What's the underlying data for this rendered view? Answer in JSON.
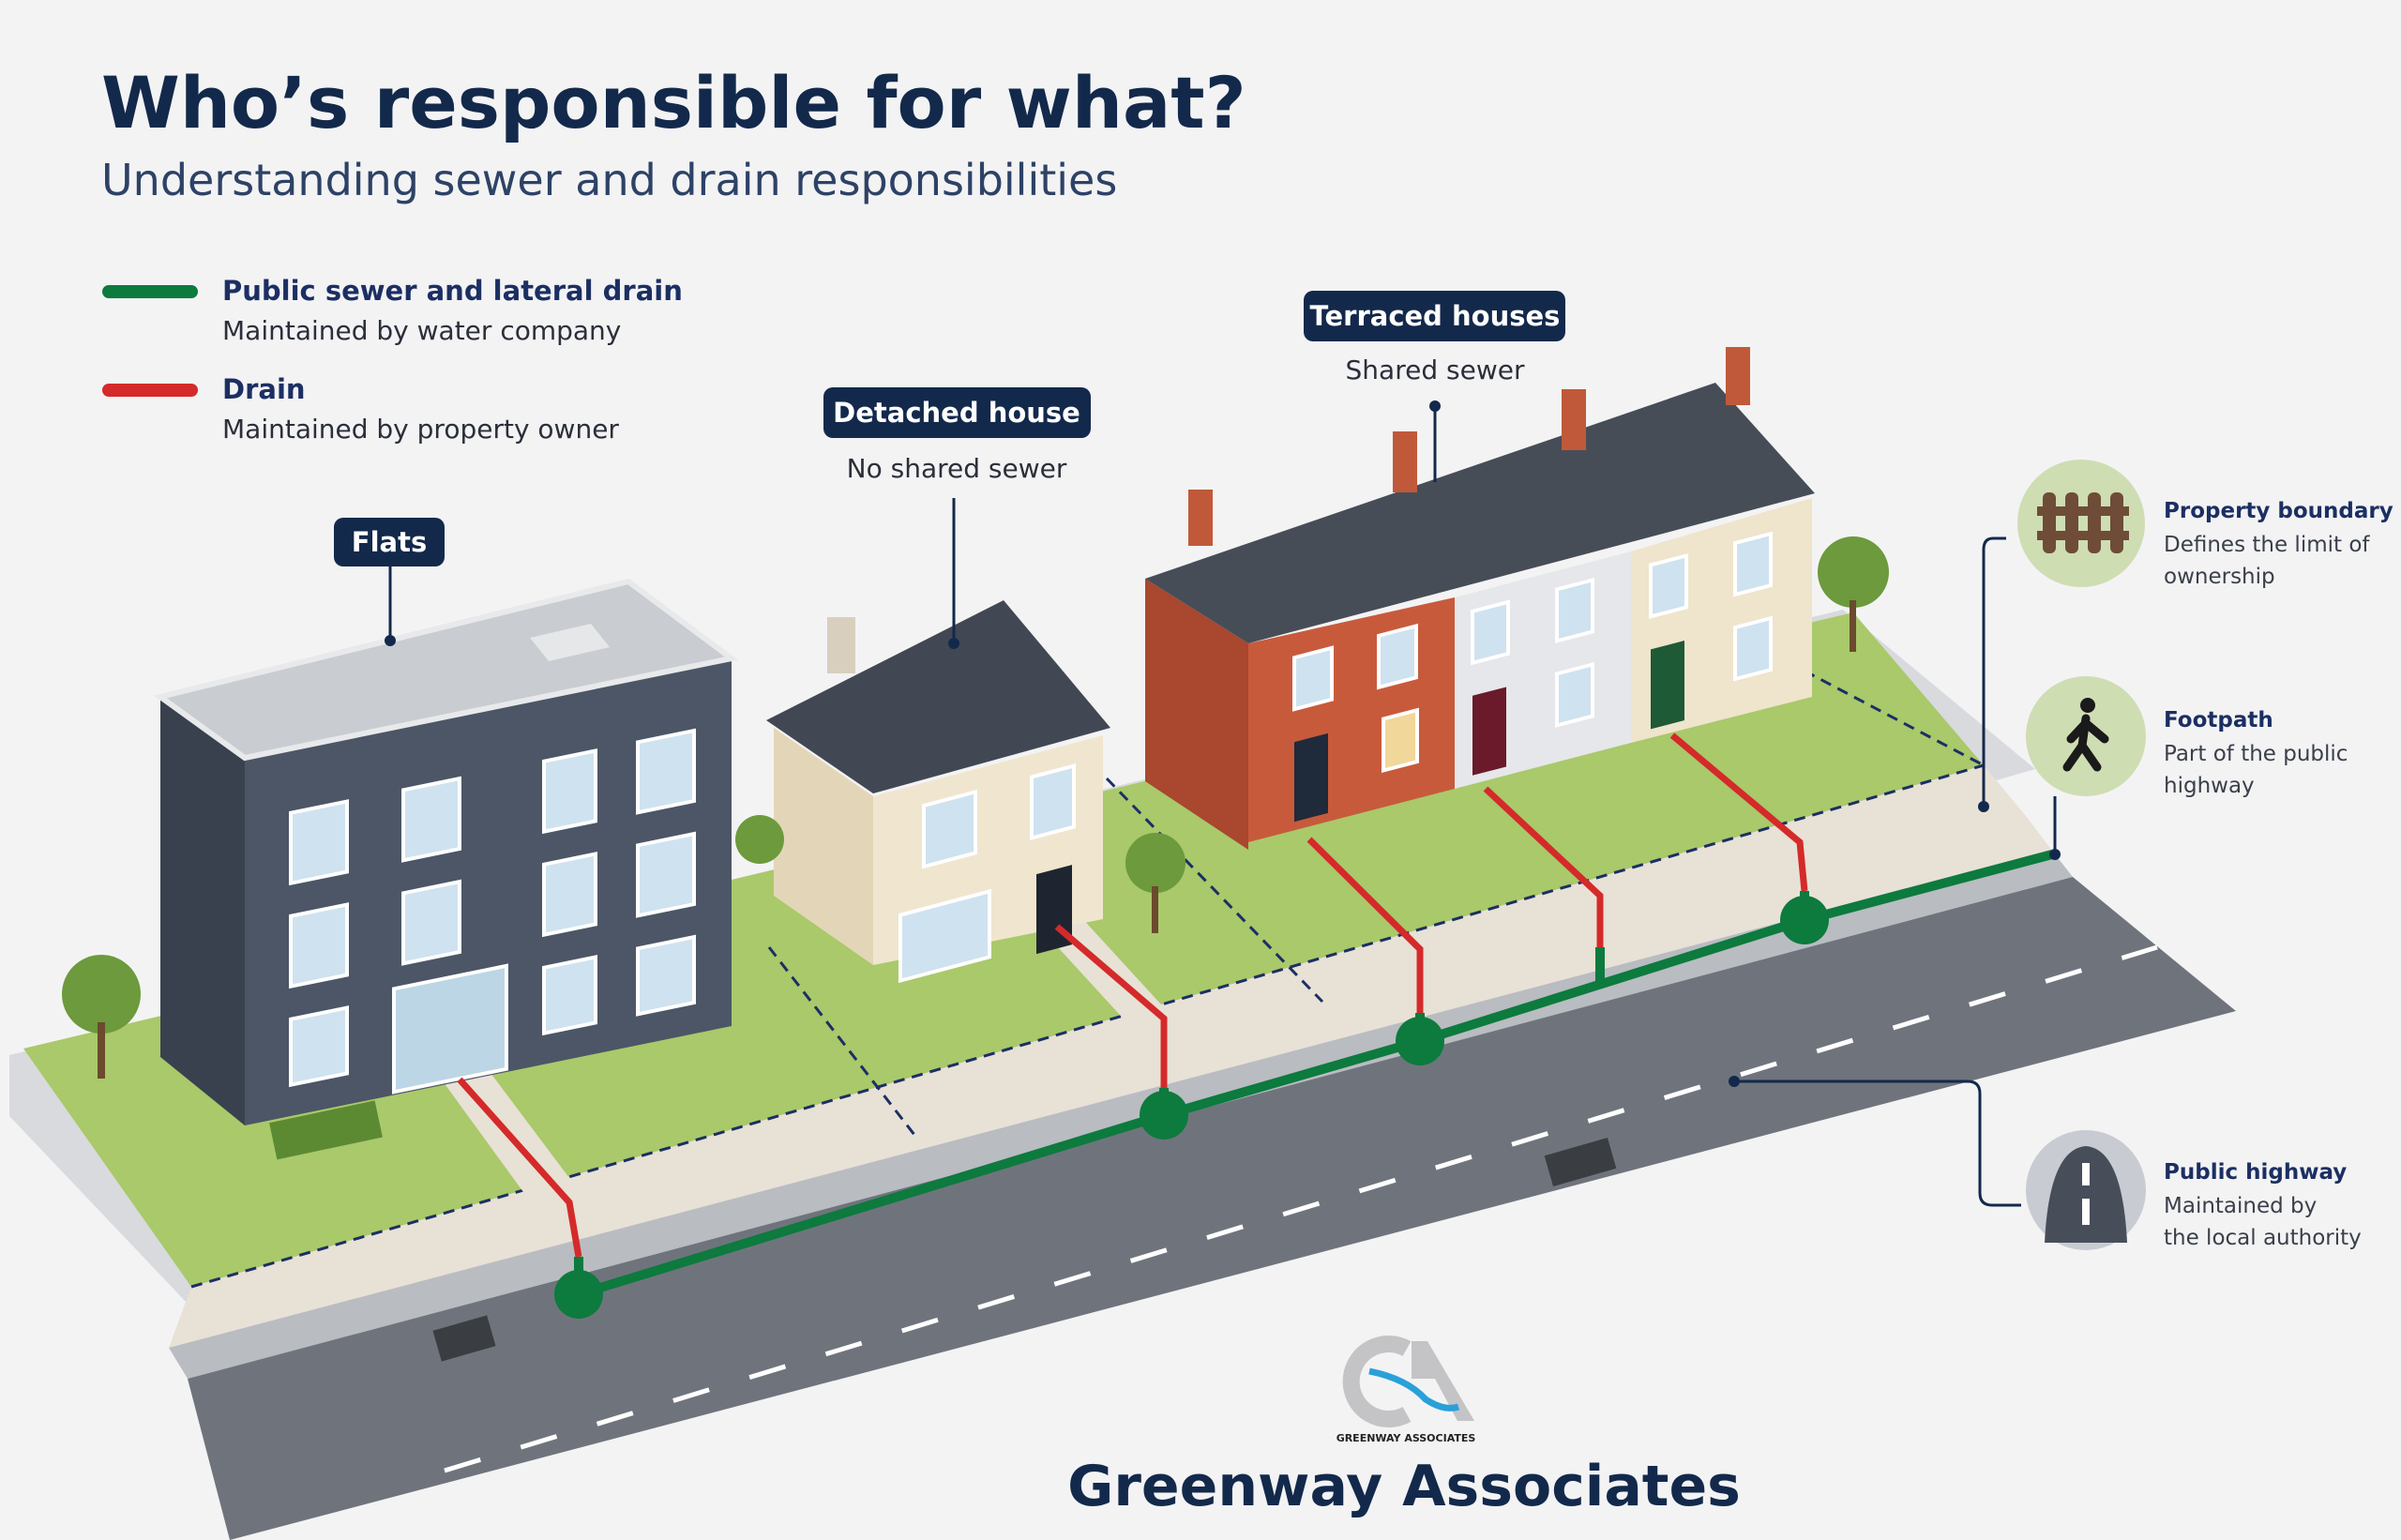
{
  "header": {
    "title": "Who’s responsible for what?",
    "subtitle": "Understanding sewer and drain responsibilities"
  },
  "legend": [
    {
      "title": "Public sewer and lateral drain",
      "desc": "Maintained by water company",
      "color": "#0d7a3e"
    },
    {
      "title": "Drain",
      "desc": "Maintained by property owner",
      "color": "#d42a2a"
    }
  ],
  "buildings": {
    "flats": {
      "label": "Flats"
    },
    "detached": {
      "label": "Detached house",
      "caption": "No shared sewer"
    },
    "terraced": {
      "label": "Terraced houses",
      "caption": "Shared sewer"
    }
  },
  "callouts": [
    {
      "icon": "fence-icon",
      "title": "Property boundary",
      "lines": [
        "Defines the limit of",
        "ownership"
      ]
    },
    {
      "icon": "pedestrian-icon",
      "title": "Footpath",
      "lines": [
        "Part of the public",
        "highway"
      ]
    },
    {
      "icon": "road-icon",
      "title": "Public highway",
      "lines": [
        "Maintained by",
        "the local authority"
      ]
    }
  ],
  "brand": {
    "logo_text": "GREENWAY ASSOCIATES",
    "logo_mark": "GA",
    "name": "Greenway Associates"
  },
  "colors": {
    "navy": "#13294b",
    "lawn": "#a9c96a",
    "road": "#6f747c",
    "sewer": "#0d7a3e",
    "drain": "#d42a2a"
  }
}
